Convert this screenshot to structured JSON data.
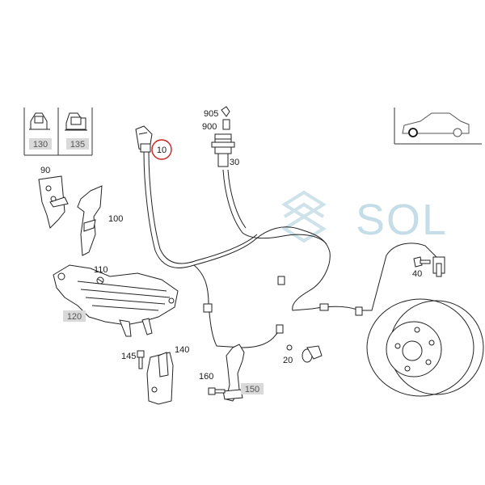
{
  "callouts": {
    "p10": "10",
    "p20": "20",
    "p30": "30",
    "p40": "40",
    "p90": "90",
    "p100": "100",
    "p110": "110",
    "p120": "120",
    "p130": "130",
    "p135": "135",
    "p140": "140",
    "p145": "145",
    "p150": "150",
    "p160": "160",
    "p900": "900",
    "p905": "905"
  },
  "watermark": "SOL",
  "colors": {
    "highlight_ring": "#cc2222",
    "watermark": "#c5dde6",
    "label_box": "#d9d9d9",
    "line": "#222222"
  },
  "icons": [
    "car-side-icon",
    "sol-logo-icon"
  ]
}
